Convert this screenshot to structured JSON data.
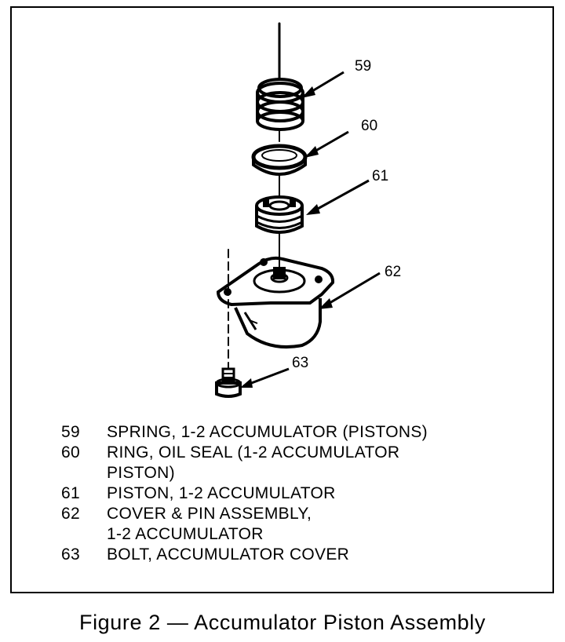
{
  "callouts": [
    "59",
    "60",
    "61",
    "62",
    "63"
  ],
  "legend": [
    {
      "num": "59",
      "lines": [
        "SPRING, 1-2 ACCUMULATOR (PISTONS)"
      ]
    },
    {
      "num": "60",
      "lines": [
        "RING, OIL SEAL (1-2 ACCUMULATOR",
        "PISTON)"
      ]
    },
    {
      "num": "61",
      "lines": [
        "PISTON, 1-2 ACCUMULATOR"
      ]
    },
    {
      "num": "62",
      "lines": [
        "COVER & PIN ASSEMBLY,",
        "1-2 ACCUMULATOR"
      ]
    },
    {
      "num": "63",
      "lines": [
        "BOLT, ACCUMULATOR COVER"
      ]
    }
  ],
  "caption": "Figure 2 — Accumulator Piston Assembly"
}
